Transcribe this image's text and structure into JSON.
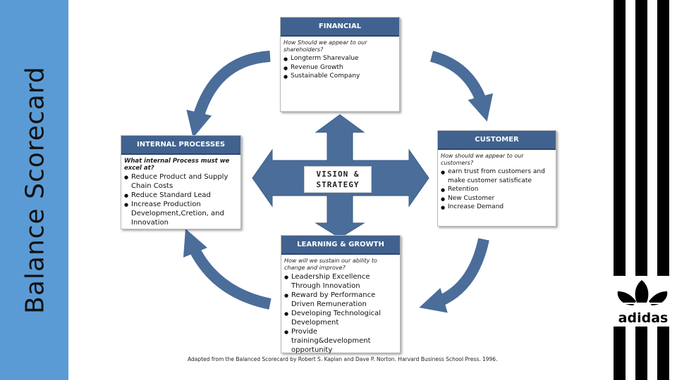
{
  "side_title": "Balance Scorecard",
  "center": {
    "line1": "VISION &",
    "line2": "STRATEGY"
  },
  "boxes": {
    "financial": {
      "title": "FINANCIAL",
      "question": "How Should we appear to our shareholders?",
      "items": [
        "Longterm Sharevalue",
        "Revenue Growth",
        "Sustainable Company"
      ]
    },
    "customer": {
      "title": "CUSTOMER",
      "question": "How should we appear to our customers?",
      "items": [
        "earn trust from customers and make customer satisficate",
        "Retention",
        "New Customer",
        "Increase Demand"
      ]
    },
    "internal": {
      "title": "INTERNAL  PROCESSES",
      "question": "What internal Process must we excel at?",
      "items": [
        "Reduce Product and Supply Chain Costs",
        "Reduce Standard Lead",
        "Increase Production Development,Cretion, and Innovation"
      ]
    },
    "learning": {
      "title": "LEARNING & GROWTH",
      "question": "How will we sustain our ability to change and improve?",
      "items": [
        "Leadership Excellence Through Innovation",
        "Reward by Performance Driven Remuneration",
        "Developing Technological Development",
        "Provide training&development opportunity"
      ]
    }
  },
  "source": "Adapted from the Balanced Scorecard by Robert S. Kaplan and Dave P. Norton. Harvard Business School Press. 1996.",
  "logo": {
    "text": "adidas"
  },
  "colors": {
    "side_bar": "#5b9bd5",
    "box_header": "#41628f",
    "arrow": "#4a6d9a",
    "stripes": "#000000"
  }
}
